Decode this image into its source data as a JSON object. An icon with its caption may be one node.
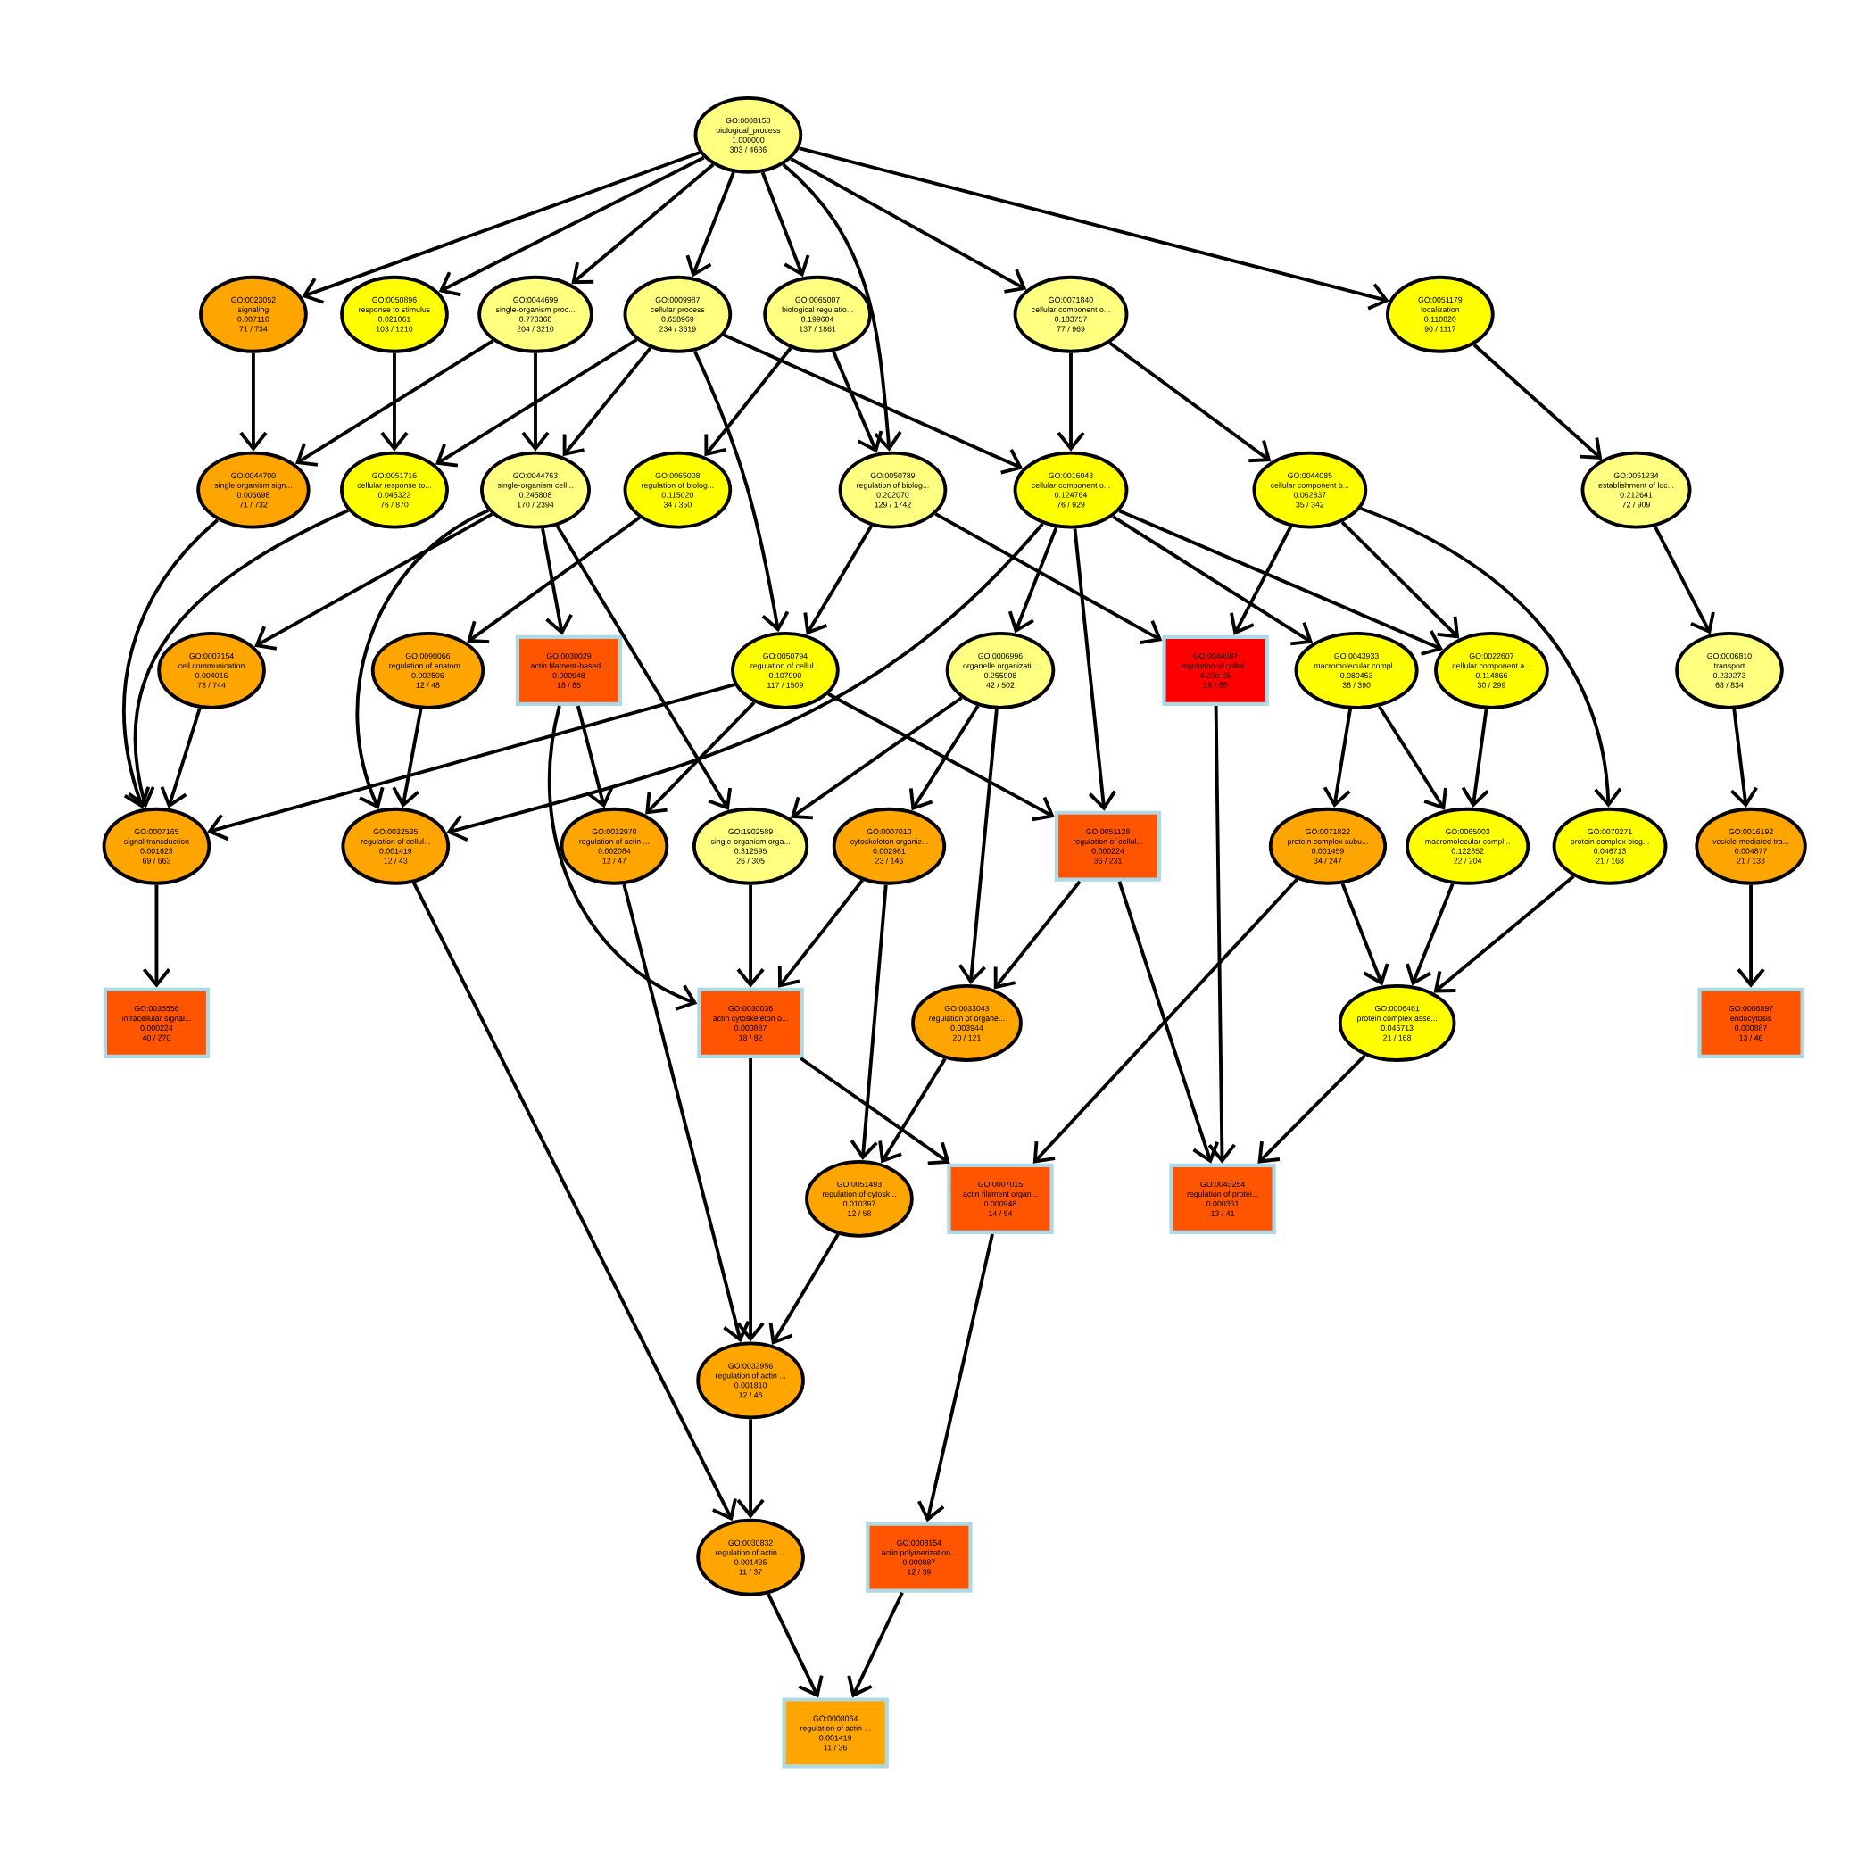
{
  "diagram": {
    "nodes": [
      {
        "text": [
          "GO:0008150",
          "biological_process",
          "1.000000",
          "303 / 4686"
        ]
      },
      {
        "text": [
          "GO:0023052",
          "signaling",
          "0.007110",
          "71 / 734"
        ]
      },
      {
        "text": [
          "GO:0050896",
          "response to stimulus",
          "0.021061",
          "103 / 1210"
        ]
      },
      {
        "text": [
          "GO:0044699",
          "single-organism proc...",
          "0.773368",
          "204 / 3210"
        ]
      },
      {
        "text": [
          "GO:0009987",
          "cellular process",
          "0.658969",
          "234 / 3619"
        ]
      },
      {
        "text": [
          "GO:0065007",
          "biological regulatio...",
          "0.199604",
          "137 / 1861"
        ]
      },
      {
        "text": [
          "GO:0071840",
          "cellular component o...",
          "0.183757",
          "77 / 969"
        ]
      },
      {
        "text": [
          "GO:0051179",
          "localization",
          "0.110820",
          "90 / 1117"
        ]
      },
      {
        "text": [
          "GO:0044700",
          "single organism sign...",
          "0.006698",
          "71 / 732"
        ]
      },
      {
        "text": [
          "GO:0051716",
          "cellular response to...",
          "0.045322",
          "76 / 870"
        ]
      },
      {
        "text": [
          "GO:0044763",
          "single-organism cell...",
          "0.245808",
          "170 / 2394"
        ]
      },
      {
        "text": [
          "GO:0065008",
          "regulation of biolog...",
          "0.115020",
          "34 / 350"
        ]
      },
      {
        "text": [
          "GO:0050789",
          "regulation of biolog...",
          "0.202070",
          "129 / 1742"
        ]
      },
      {
        "text": [
          "GO:0016043",
          "cellular component o...",
          "0.124764",
          "76 / 929"
        ]
      },
      {
        "text": [
          "GO:0044085",
          "cellular component b...",
          "0.062837",
          "35 / 342"
        ]
      },
      {
        "text": [
          "GO:0051234",
          "establishment of loc...",
          "0.212641",
          "72 / 909"
        ]
      },
      {
        "text": [
          "GO:0007154",
          "cell communication",
          "0.004016",
          "73 / 744"
        ]
      },
      {
        "text": [
          "GO:0090066",
          "regulation of anatom...",
          "0.002506",
          "12 / 48"
        ]
      },
      {
        "text": [
          "GO:0030029",
          "actin filament-based...",
          "0.000948",
          "18 / 85"
        ]
      },
      {
        "text": [
          "GO:0050794",
          "regulation of cellul...",
          "0.107990",
          "117 / 1509"
        ]
      },
      {
        "text": [
          "GO:0006996",
          "organelle organizati...",
          "0.255908",
          "42 / 502"
        ]
      },
      {
        "text": [
          "GO:0044087",
          "regulation of cellul...",
          "4.23e-05",
          "19 / 68"
        ]
      },
      {
        "text": [
          "GO:0043933",
          "macromolecular compl...",
          "0.080453",
          "38 / 390"
        ]
      },
      {
        "text": [
          "GO:0022607",
          "cellular component a...",
          "0.114866",
          "30 / 299"
        ]
      },
      {
        "text": [
          "GO:0006810",
          "transport",
          "0.239273",
          "68 / 834"
        ]
      },
      {
        "text": [
          "GO:0007165",
          "signal transduction",
          "0.001623",
          "69 / 662"
        ]
      },
      {
        "text": [
          "GO:0032535",
          "regulation of cellul...",
          "0.001419",
          "12 / 43"
        ]
      },
      {
        "text": [
          "GO:0032970",
          "regulation of actin ...",
          "0.002084",
          "12 / 47"
        ]
      },
      {
        "text": [
          "GO:1902589",
          "single-organism orga...",
          "0.312595",
          "26 / 305"
        ]
      },
      {
        "text": [
          "GO:0007010",
          "cytoskeleton organiz...",
          "0.002961",
          "23 / 146"
        ]
      },
      {
        "text": [
          "GO:0051128",
          "regulation of cellul...",
          "0.000224",
          "36 / 231"
        ]
      },
      {
        "text": [
          "GO:0071822",
          "protein complex subu...",
          "0.001459",
          "34 / 247"
        ]
      },
      {
        "text": [
          "GO:0065003",
          "macromolecular compl...",
          "0.122852",
          "22 / 204"
        ]
      },
      {
        "text": [
          "GO:0070271",
          "protein complex biog...",
          "0.046713",
          "21 / 168"
        ]
      },
      {
        "text": [
          "GO:0016192",
          "vesicle-mediated tra...",
          "0.004877",
          "21 / 133"
        ]
      },
      {
        "text": [
          "GO:0035556",
          "intracellular signal...",
          "0.000224",
          "40 / 270"
        ]
      },
      {
        "text": [
          "GO:0030036",
          "actin cytoskeleton o...",
          "0.000887",
          "18 / 82"
        ]
      },
      {
        "text": [
          "GO:0033043",
          "regulation of organe...",
          "0.003944",
          "20 / 121"
        ]
      },
      {
        "text": [
          "GO:0006461",
          "protein complex asse...",
          "0.046713",
          "21 / 168"
        ]
      },
      {
        "text": [
          "GO:0006897",
          "endocytosis",
          "0.000887",
          "13 / 46"
        ]
      },
      {
        "text": [
          "GO:0051493",
          "regulation of cytosk...",
          "0.010397",
          "12 / 58"
        ]
      },
      {
        "text": [
          "GO:0007015",
          "actin filament organ...",
          "0.000948",
          "14 / 54"
        ]
      },
      {
        "text": [
          "GO:0043254",
          "regulation of protei...",
          "0.000361",
          "13 / 41"
        ]
      },
      {
        "text": [
          "GO:0032956",
          "regulation of actin ...",
          "0.001810",
          "12 / 46"
        ]
      },
      {
        "text": [
          "GO:0030832",
          "regulation of actin ...",
          "0.001435",
          "11 / 37"
        ]
      },
      {
        "text": [
          "GO:0008154",
          "actin polymerization...",
          "0.000887",
          "12 / 39"
        ]
      },
      {
        "text": [
          "GO:0008064",
          "regulation of actin ...",
          "0.001419",
          "11 / 36"
        ]
      }
    ],
    "edges": [
      {
        "from": 0,
        "to": 1,
        "arrow": "to"
      },
      {
        "from": 0,
        "to": 2,
        "arrow": "to"
      },
      {
        "from": 0,
        "to": 3,
        "arrow": "to"
      },
      {
        "from": 0,
        "to": 4,
        "arrow": "to"
      },
      {
        "from": 0,
        "to": 5,
        "arrow": "to"
      },
      {
        "from": 0,
        "to": 6,
        "arrow": "to"
      },
      {
        "from": 0,
        "to": 7,
        "arrow": "to"
      },
      {
        "from": 0,
        "to": 12,
        "arrow": "to"
      },
      {
        "from": 1,
        "to": 8,
        "arrow": "to"
      },
      {
        "from": 2,
        "to": 9,
        "arrow": "to"
      },
      {
        "from": 3,
        "to": 8,
        "arrow": "to"
      },
      {
        "from": 3,
        "to": 10,
        "arrow": "to"
      },
      {
        "from": 4,
        "to": 9,
        "arrow": "to"
      },
      {
        "from": 4,
        "to": 10,
        "arrow": "to"
      },
      {
        "from": 4,
        "to": 19,
        "arrow": "to"
      },
      {
        "from": 4,
        "to": 13,
        "arrow": "to"
      },
      {
        "from": 5,
        "to": 11,
        "arrow": "to"
      },
      {
        "from": 5,
        "to": 12,
        "arrow": "to"
      },
      {
        "from": 6,
        "to": 13,
        "arrow": "to"
      },
      {
        "from": 6,
        "to": 14,
        "arrow": "to"
      },
      {
        "from": 7,
        "to": 15,
        "arrow": "to"
      },
      {
        "from": 8,
        "to": 25,
        "arrow": "to"
      },
      {
        "from": 9,
        "to": 25,
        "arrow": "to"
      },
      {
        "from": 10,
        "to": 16,
        "arrow": "to"
      },
      {
        "from": 10,
        "to": 26,
        "arrow": "to"
      },
      {
        "from": 10,
        "to": 18,
        "arrow": "to"
      },
      {
        "from": 10,
        "to": 28,
        "arrow": "to"
      },
      {
        "from": 11,
        "to": 17,
        "arrow": "to"
      },
      {
        "from": 12,
        "to": 19,
        "arrow": "to"
      },
      {
        "from": 12,
        "to": 21,
        "arrow": "to"
      },
      {
        "from": 13,
        "to": 26,
        "arrow": "to"
      },
      {
        "from": 13,
        "to": 20,
        "arrow": "to"
      },
      {
        "from": 13,
        "to": 30,
        "arrow": "to"
      },
      {
        "from": 13,
        "to": 22,
        "arrow": "to"
      },
      {
        "from": 13,
        "to": 23,
        "arrow": "to"
      },
      {
        "from": 14,
        "to": 21,
        "arrow": "to"
      },
      {
        "from": 14,
        "to": 23,
        "arrow": "to"
      },
      {
        "from": 14,
        "to": 33,
        "arrow": "to"
      },
      {
        "from": 15,
        "to": 24,
        "arrow": "to"
      },
      {
        "from": 16,
        "to": 25,
        "arrow": "to"
      },
      {
        "from": 17,
        "to": 26,
        "arrow": "to"
      },
      {
        "from": 18,
        "to": 27,
        "arrow": "to"
      },
      {
        "from": 18,
        "to": 36,
        "arrow": "to"
      },
      {
        "from": 19,
        "to": 25,
        "arrow": "to"
      },
      {
        "from": 19,
        "to": 27,
        "arrow": "to"
      },
      {
        "from": 19,
        "to": 30,
        "arrow": "to"
      },
      {
        "from": 20,
        "to": 28,
        "arrow": "to"
      },
      {
        "from": 20,
        "to": 29,
        "arrow": "to"
      },
      {
        "from": 20,
        "to": 37,
        "arrow": "to"
      },
      {
        "from": 21,
        "to": 42,
        "arrow": "to"
      },
      {
        "from": 22,
        "to": 31,
        "arrow": "to"
      },
      {
        "from": 22,
        "to": 32,
        "arrow": "to"
      },
      {
        "from": 23,
        "to": 32,
        "arrow": "to"
      },
      {
        "from": 24,
        "to": 34,
        "arrow": "to"
      },
      {
        "from": 25,
        "to": 35,
        "arrow": "to"
      },
      {
        "from": 26,
        "to": 44,
        "arrow": "to"
      },
      {
        "from": 27,
        "to": 43,
        "arrow": "to"
      },
      {
        "from": 28,
        "to": 36,
        "arrow": "to"
      },
      {
        "from": 29,
        "to": 36,
        "arrow": "to"
      },
      {
        "from": 29,
        "to": 40,
        "arrow": "to"
      },
      {
        "from": 30,
        "to": 37,
        "arrow": "to"
      },
      {
        "from": 30,
        "to": 42,
        "arrow": "to"
      },
      {
        "from": 31,
        "to": 41,
        "arrow": "to"
      },
      {
        "from": 31,
        "to": 38,
        "arrow": "to"
      },
      {
        "from": 32,
        "to": 38,
        "arrow": "to"
      },
      {
        "from": 33,
        "to": 38,
        "arrow": "to"
      },
      {
        "from": 34,
        "to": 39,
        "arrow": "to"
      },
      {
        "from": 36,
        "to": 43,
        "arrow": "to"
      },
      {
        "from": 36,
        "to": 41,
        "arrow": "to"
      },
      {
        "from": 37,
        "to": 40,
        "arrow": "to"
      },
      {
        "from": 38,
        "to": 42,
        "arrow": "to"
      },
      {
        "from": 40,
        "to": 43,
        "arrow": "to"
      },
      {
        "from": 41,
        "to": 45,
        "arrow": "to"
      },
      {
        "from": 43,
        "to": 44,
        "arrow": "to"
      },
      {
        "from": 44,
        "to": 46,
        "arrow": "to"
      },
      {
        "from": 45,
        "to": 46,
        "arrow": "to"
      }
    ]
  }
}
